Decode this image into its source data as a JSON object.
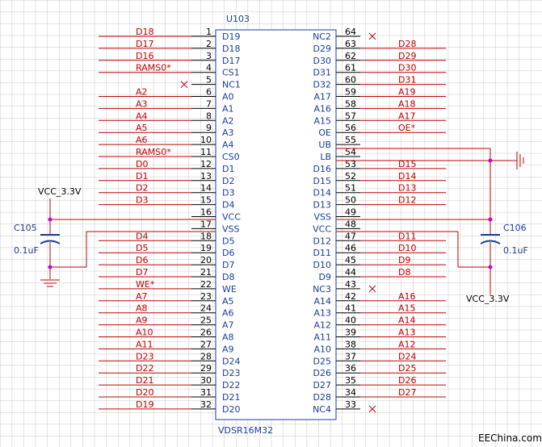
{
  "chip": {
    "ref": "U103",
    "part": "VDSR16M32",
    "left_pins": [
      {
        "num": "1",
        "name": "D19",
        "net": "D18"
      },
      {
        "num": "2",
        "name": "D18",
        "net": "D17"
      },
      {
        "num": "3",
        "name": "D17",
        "net": "D16"
      },
      {
        "num": "4",
        "name": "CS1",
        "net": "RAMS0*"
      },
      {
        "num": "5",
        "name": "NC1",
        "net": "",
        "nc": true
      },
      {
        "num": "6",
        "name": "A0",
        "net": "A2"
      },
      {
        "num": "7",
        "name": "A1",
        "net": "A3"
      },
      {
        "num": "8",
        "name": "A2",
        "net": "A4"
      },
      {
        "num": "9",
        "name": "A3",
        "net": "A5"
      },
      {
        "num": "10",
        "name": "A4",
        "net": "A6"
      },
      {
        "num": "11",
        "name": "CS0",
        "net": "RAMS0*"
      },
      {
        "num": "12",
        "name": "D1",
        "net": "D0"
      },
      {
        "num": "13",
        "name": "D2",
        "net": "D1"
      },
      {
        "num": "14",
        "name": "D3",
        "net": "D2"
      },
      {
        "num": "15",
        "name": "D4",
        "net": "D3"
      },
      {
        "num": "16",
        "name": "VCC",
        "net": ""
      },
      {
        "num": "17",
        "name": "VSS",
        "net": ""
      },
      {
        "num": "18",
        "name": "D5",
        "net": "D4"
      },
      {
        "num": "19",
        "name": "D6",
        "net": "D5"
      },
      {
        "num": "20",
        "name": "D7",
        "net": "D6"
      },
      {
        "num": "21",
        "name": "D8",
        "net": "D7"
      },
      {
        "num": "22",
        "name": "WE",
        "net": "WE*"
      },
      {
        "num": "23",
        "name": "A5",
        "net": "A7"
      },
      {
        "num": "24",
        "name": "A6",
        "net": "A8"
      },
      {
        "num": "25",
        "name": "A7",
        "net": "A9"
      },
      {
        "num": "26",
        "name": "A8",
        "net": "A10"
      },
      {
        "num": "27",
        "name": "A9",
        "net": "A11"
      },
      {
        "num": "28",
        "name": "D24",
        "net": "D23"
      },
      {
        "num": "29",
        "name": "D23",
        "net": "D22"
      },
      {
        "num": "30",
        "name": "D22",
        "net": "D21"
      },
      {
        "num": "31",
        "name": "D21",
        "net": "D20"
      },
      {
        "num": "32",
        "name": "D20",
        "net": "D19"
      }
    ],
    "right_pins": [
      {
        "num": "64",
        "name": "NC2",
        "net": "",
        "nc": true
      },
      {
        "num": "63",
        "name": "D29",
        "net": "D28"
      },
      {
        "num": "62",
        "name": "D30",
        "net": "D29"
      },
      {
        "num": "61",
        "name": "D31",
        "net": "D30"
      },
      {
        "num": "60",
        "name": "D32",
        "net": "D31"
      },
      {
        "num": "59",
        "name": "A17",
        "net": "A19"
      },
      {
        "num": "58",
        "name": "A16",
        "net": "A18"
      },
      {
        "num": "57",
        "name": "A15",
        "net": "A17"
      },
      {
        "num": "56",
        "name": "OE",
        "net": "OE*"
      },
      {
        "num": "55",
        "name": "UB",
        "net": ""
      },
      {
        "num": "54",
        "name": "LB",
        "net": ""
      },
      {
        "num": "53",
        "name": "D16",
        "net": "D15"
      },
      {
        "num": "52",
        "name": "D15",
        "net": "D14"
      },
      {
        "num": "51",
        "name": "D14",
        "net": "D13"
      },
      {
        "num": "50",
        "name": "D13",
        "net": "D12"
      },
      {
        "num": "49",
        "name": "VSS",
        "net": ""
      },
      {
        "num": "48",
        "name": "VCC",
        "net": ""
      },
      {
        "num": "47",
        "name": "D12",
        "net": "D11"
      },
      {
        "num": "46",
        "name": "D11",
        "net": "D10"
      },
      {
        "num": "45",
        "name": "D10",
        "net": "D9"
      },
      {
        "num": "44",
        "name": "D9",
        "net": "D8"
      },
      {
        "num": "43",
        "name": "NC3",
        "net": "",
        "nc": true
      },
      {
        "num": "42",
        "name": "A14",
        "net": "A16"
      },
      {
        "num": "41",
        "name": "A13",
        "net": "A15"
      },
      {
        "num": "40",
        "name": "A12",
        "net": "A14"
      },
      {
        "num": "39",
        "name": "A11",
        "net": "A13"
      },
      {
        "num": "38",
        "name": "A10",
        "net": "A12"
      },
      {
        "num": "37",
        "name": "D25",
        "net": "D24"
      },
      {
        "num": "36",
        "name": "D26",
        "net": "D25"
      },
      {
        "num": "35",
        "name": "D27",
        "net": "D26"
      },
      {
        "num": "34",
        "name": "D28",
        "net": "D27"
      },
      {
        "num": "33",
        "name": "NC4",
        "net": "",
        "nc": true
      }
    ]
  },
  "caps": {
    "left": {
      "ref": "C105",
      "value": "0.1uF",
      "supply": "VCC_3.3V"
    },
    "right": {
      "ref": "C106",
      "value": "0.1uF",
      "supply": "VCC_3.3V"
    }
  },
  "watermark": "EEChina.com",
  "colors": {
    "wire": "#c00000",
    "label": "#1a3d99",
    "pin": "#000000",
    "grid": "#c8c8c8",
    "dot": "#cc00cc"
  }
}
